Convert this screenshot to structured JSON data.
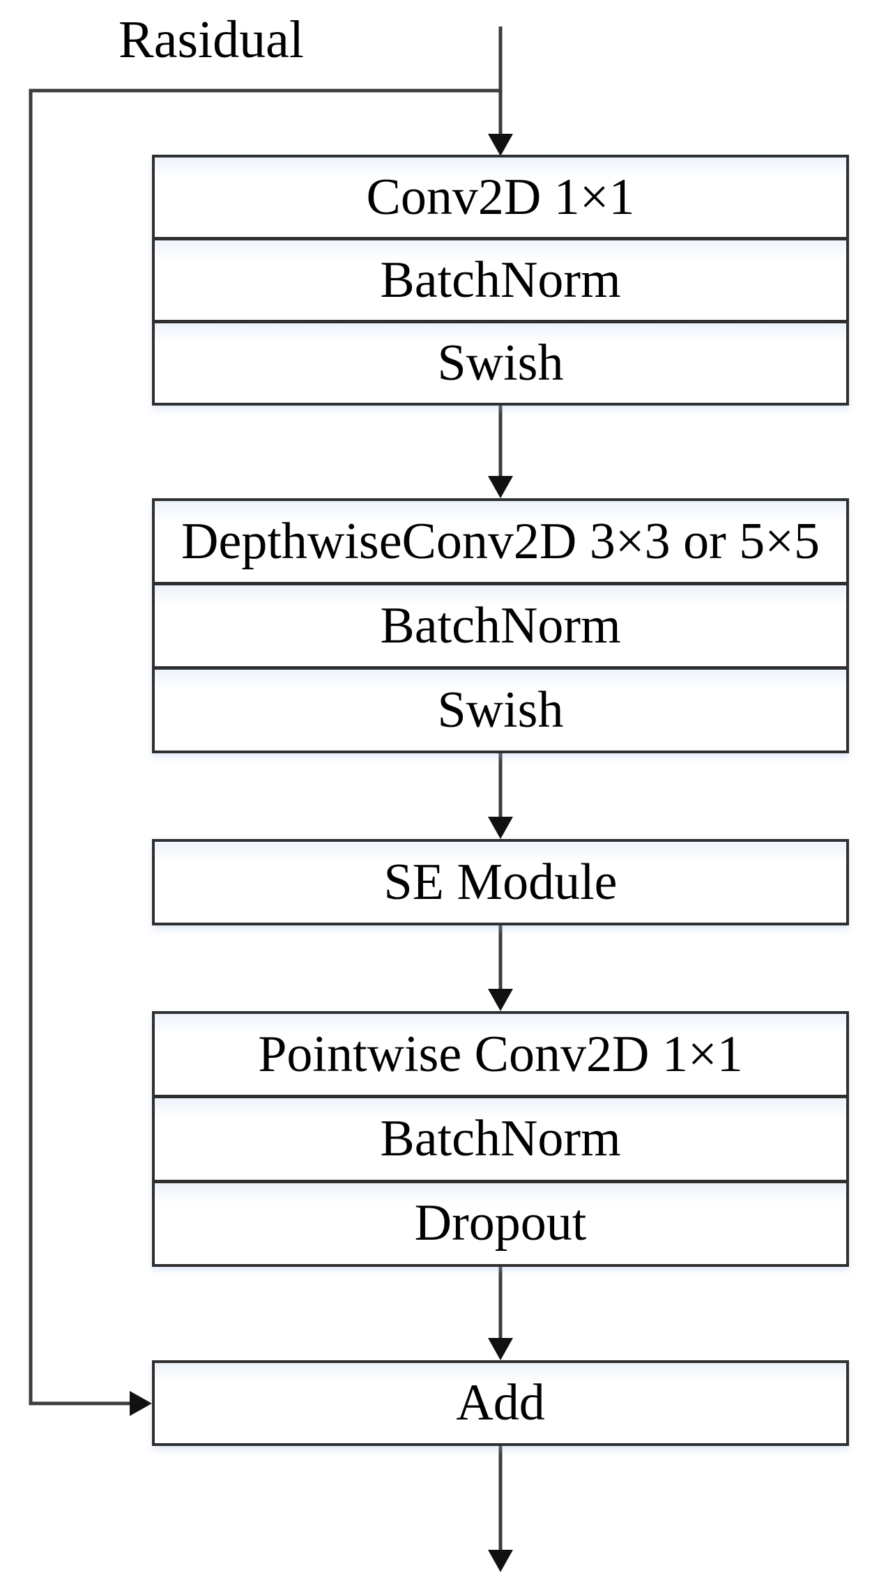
{
  "diagram": {
    "residual_label": "Rasidual",
    "blocks": [
      {
        "id": "expand-conv",
        "rows": [
          "Conv2D 1×1",
          "BatchNorm",
          "Swish"
        ]
      },
      {
        "id": "depthwise-conv",
        "rows": [
          "DepthwiseConv2D 3×3 or 5×5",
          "BatchNorm",
          "Swish"
        ]
      },
      {
        "id": "se-module",
        "rows": [
          "SE Module"
        ]
      },
      {
        "id": "pointwise-conv",
        "rows": [
          "Pointwise Conv2D 1×1",
          "BatchNorm",
          "Dropout"
        ]
      },
      {
        "id": "add",
        "rows": [
          "Add"
        ]
      }
    ],
    "colors": {
      "line": "#3c3c3c",
      "border": "#2f2f2f",
      "fill": "#ffffff",
      "text": "#000000",
      "canvas": "#ffffff",
      "tint": "#edf3fb",
      "arrow": "#111111"
    }
  }
}
